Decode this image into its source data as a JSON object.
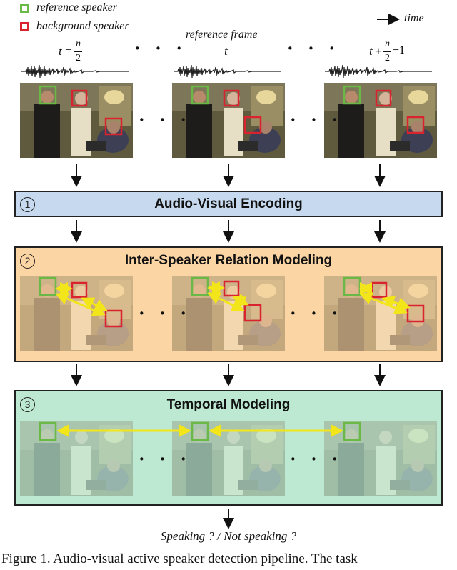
{
  "legend": {
    "reference": {
      "label": "reference speaker",
      "color": "#6ab845"
    },
    "background": {
      "label": "background speaker",
      "color": "#d9232e"
    },
    "time": "time"
  },
  "timeline": {
    "reference_frame": "reference frame",
    "left_label": "t − n/2",
    "center_label": "t",
    "right_label": "t + n/2 − 1"
  },
  "stages": [
    {
      "number": "1",
      "title": "Audio-Visual Encoding",
      "color": "#c6d9ee"
    },
    {
      "number": "2",
      "title": "Inter-Speaker Relation Modeling",
      "color": "#fbd5a4"
    },
    {
      "number": "3",
      "title": "Temporal Modeling",
      "color": "#bde8d2"
    }
  ],
  "output": "Speaking ? / Not speaking ?",
  "caption": "Figure 1. Audio-visual active speaker detection pipeline. The task",
  "dots": "· · ·",
  "colors": {
    "arrow": "#f2e51a",
    "reference": "#6ab845",
    "background": "#d9232e"
  }
}
